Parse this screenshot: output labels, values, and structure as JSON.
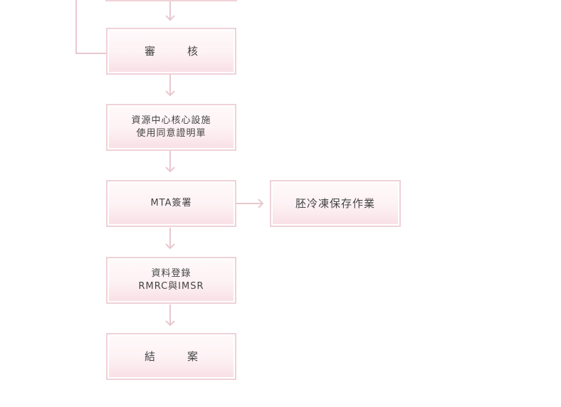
{
  "nodes": {
    "review": {
      "label": "審　核"
    },
    "certificate": {
      "line1": "資源中心核心設施",
      "line2": "使用同意證明單"
    },
    "mta": {
      "label": "MTA簽署"
    },
    "cryo": {
      "label": "胚冷凍保存作業"
    },
    "registration": {
      "line1": "資料登錄",
      "line2": "RMRC與IMSR"
    },
    "closing": {
      "label": "結　案"
    }
  },
  "colors": {
    "connector": "#e8c8cf",
    "box_border": "#efd2d8",
    "text": "#444444"
  }
}
